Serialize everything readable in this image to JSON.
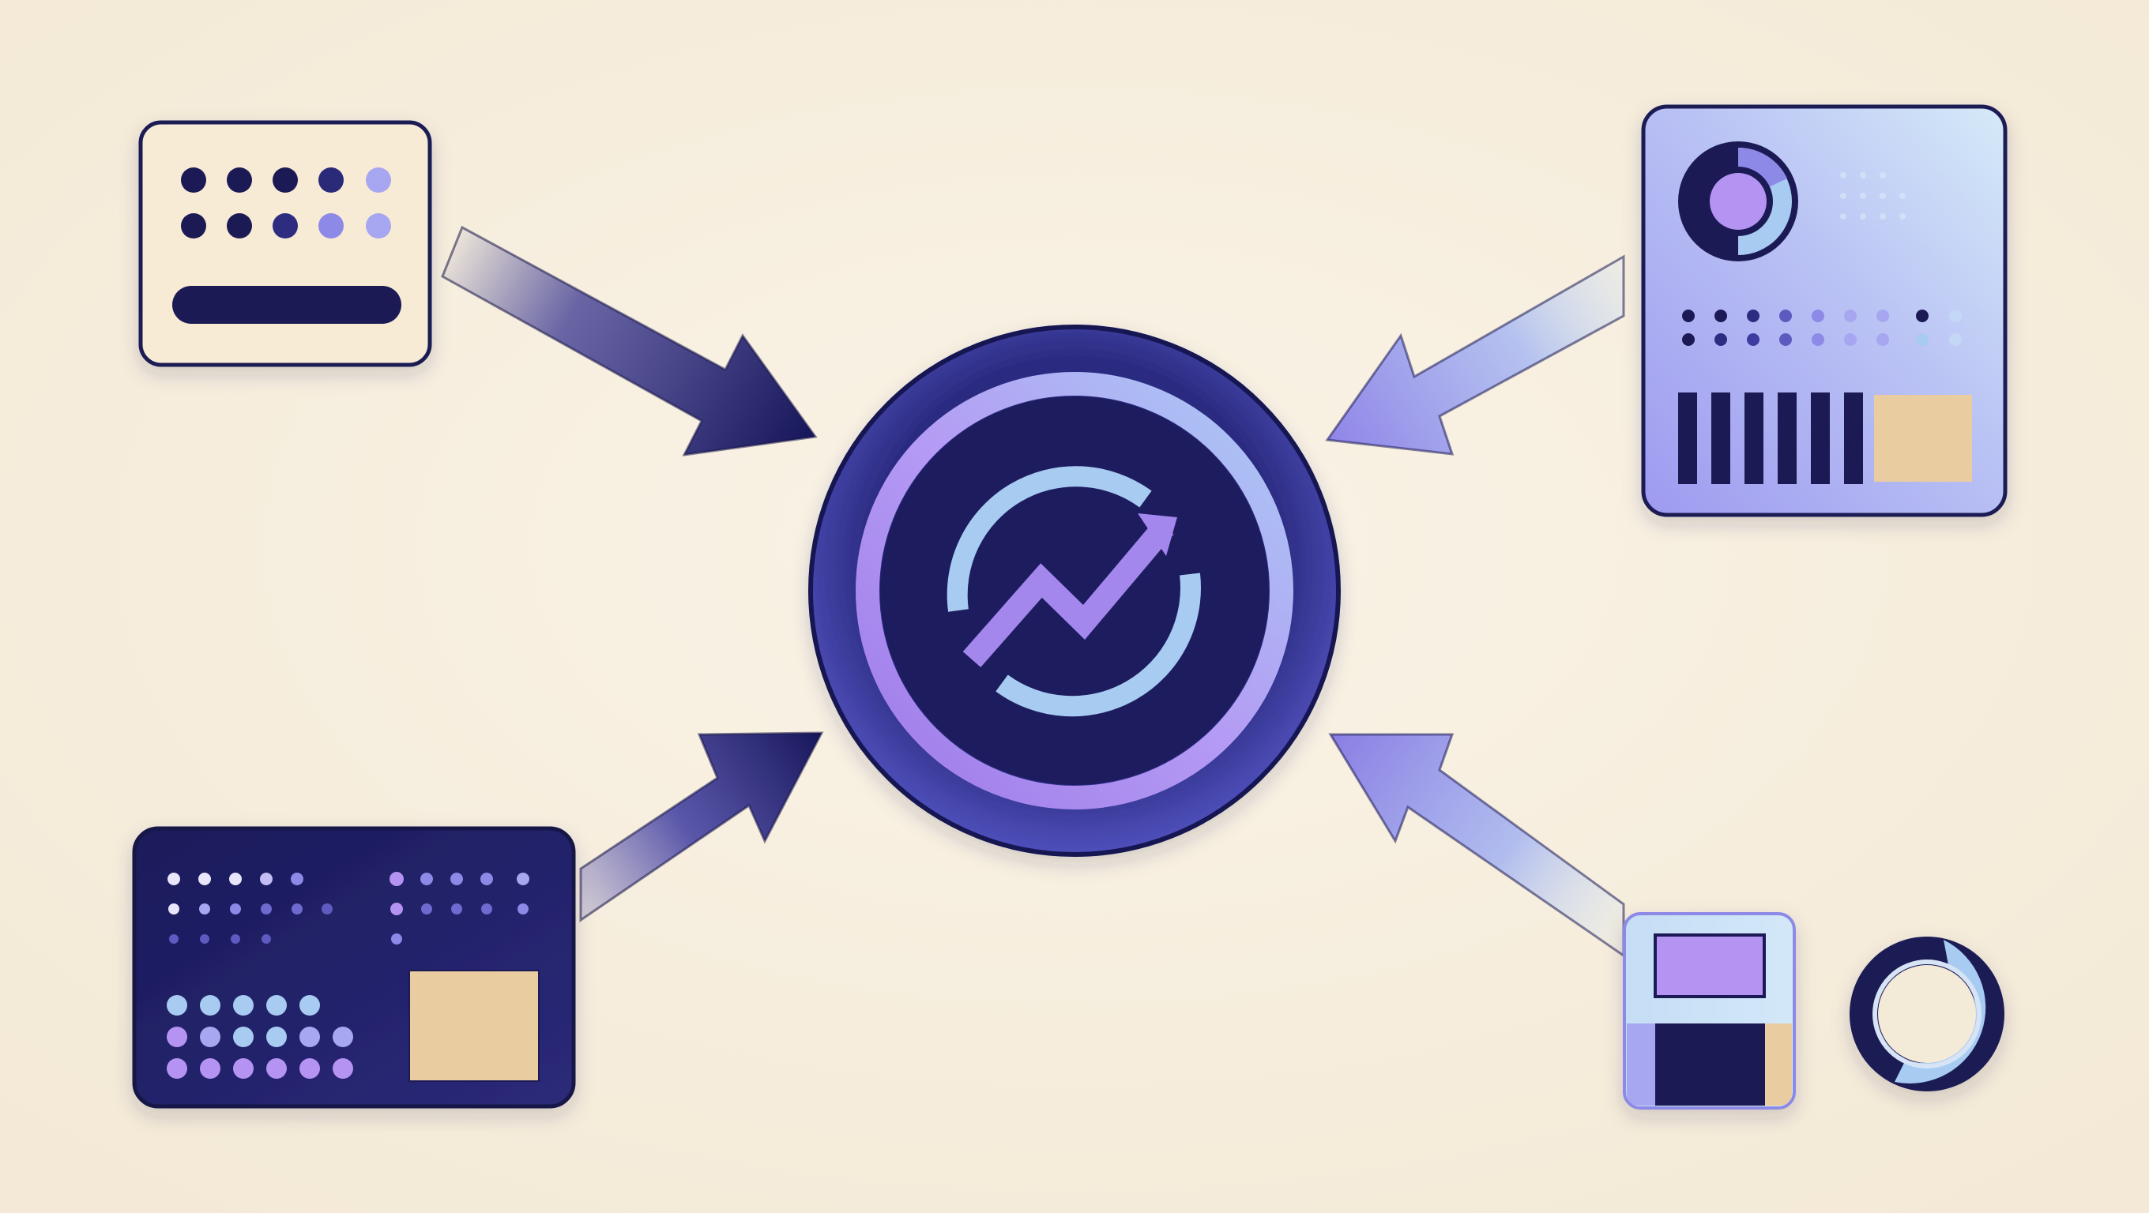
{
  "colors": {
    "background": "#F7EFDF",
    "navy": "#1C1A55",
    "deep_navy": "#151447",
    "indigo": "#4A4AB0",
    "violet": "#B493F2",
    "periwinkle": "#8D89E6",
    "lavender": "#A7A6F0",
    "sky": "#A8CBF2",
    "ice": "#CDE6F7",
    "cream": "#F7EBD6",
    "tan": "#E9CDA0"
  },
  "diagram": {
    "hub": {
      "icon": "sync-trend-icon"
    },
    "sources": [
      {
        "id": "top-left",
        "kind": "keypad-card",
        "theme": "cream",
        "arrow": "navy"
      },
      {
        "id": "bottom-left",
        "kind": "dashboard-card",
        "theme": "navy",
        "arrow": "navy"
      },
      {
        "id": "top-right",
        "kind": "control-panel-card",
        "theme": "lavender",
        "arrow": "periwinkle"
      },
      {
        "id": "bottom-right",
        "kind": "device-with-ring",
        "theme": "sky",
        "arrow": "periwinkle"
      }
    ]
  }
}
